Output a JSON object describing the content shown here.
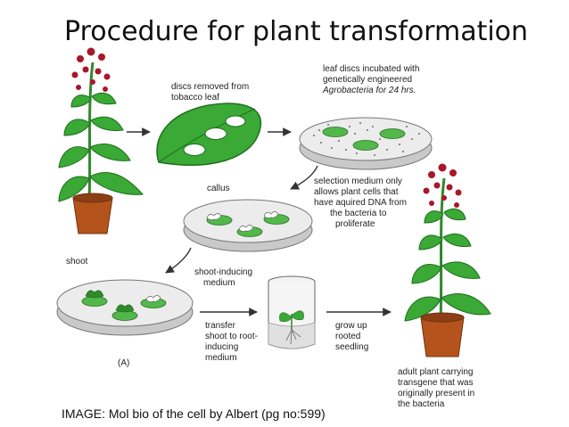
{
  "slide": {
    "title": "Procedure for plant transformation",
    "caption": "IMAGE: Mol bio of the cell by Albert (pg no:599)"
  },
  "figure": {
    "labels": {
      "discs_removed": [
        "discs removed from",
        "tobacco leaf"
      ],
      "leaf_discs_incubated": [
        "leaf discs incubated with",
        "genetically engineered",
        "Agrobacteria for 24 hrs."
      ],
      "callus": "callus",
      "selection_medium": [
        "selection medium only",
        "allows plant cells that",
        "have aquired DNA from",
        "the bacteria to",
        "proliferate"
      ],
      "shoot": "shoot",
      "shoot_inducing": [
        "shoot-inducing",
        "medium"
      ],
      "transfer_shoot": [
        "transfer",
        "shoot to root-",
        "inducing",
        "medium"
      ],
      "grow_up": [
        "grow up",
        "rooted",
        "seedling"
      ],
      "adult_plant": [
        "adult plant carrying",
        "transgene that was",
        "originally present in",
        "the bacteria"
      ],
      "panel": "(A)"
    }
  },
  "colors": {
    "leaf_green": "#3aa935",
    "leaf_dark": "#1f6e1f",
    "pot": "#b5531c",
    "flower": "#a8172a",
    "dish": "#e3e3e3",
    "agar": "#52b84a"
  }
}
